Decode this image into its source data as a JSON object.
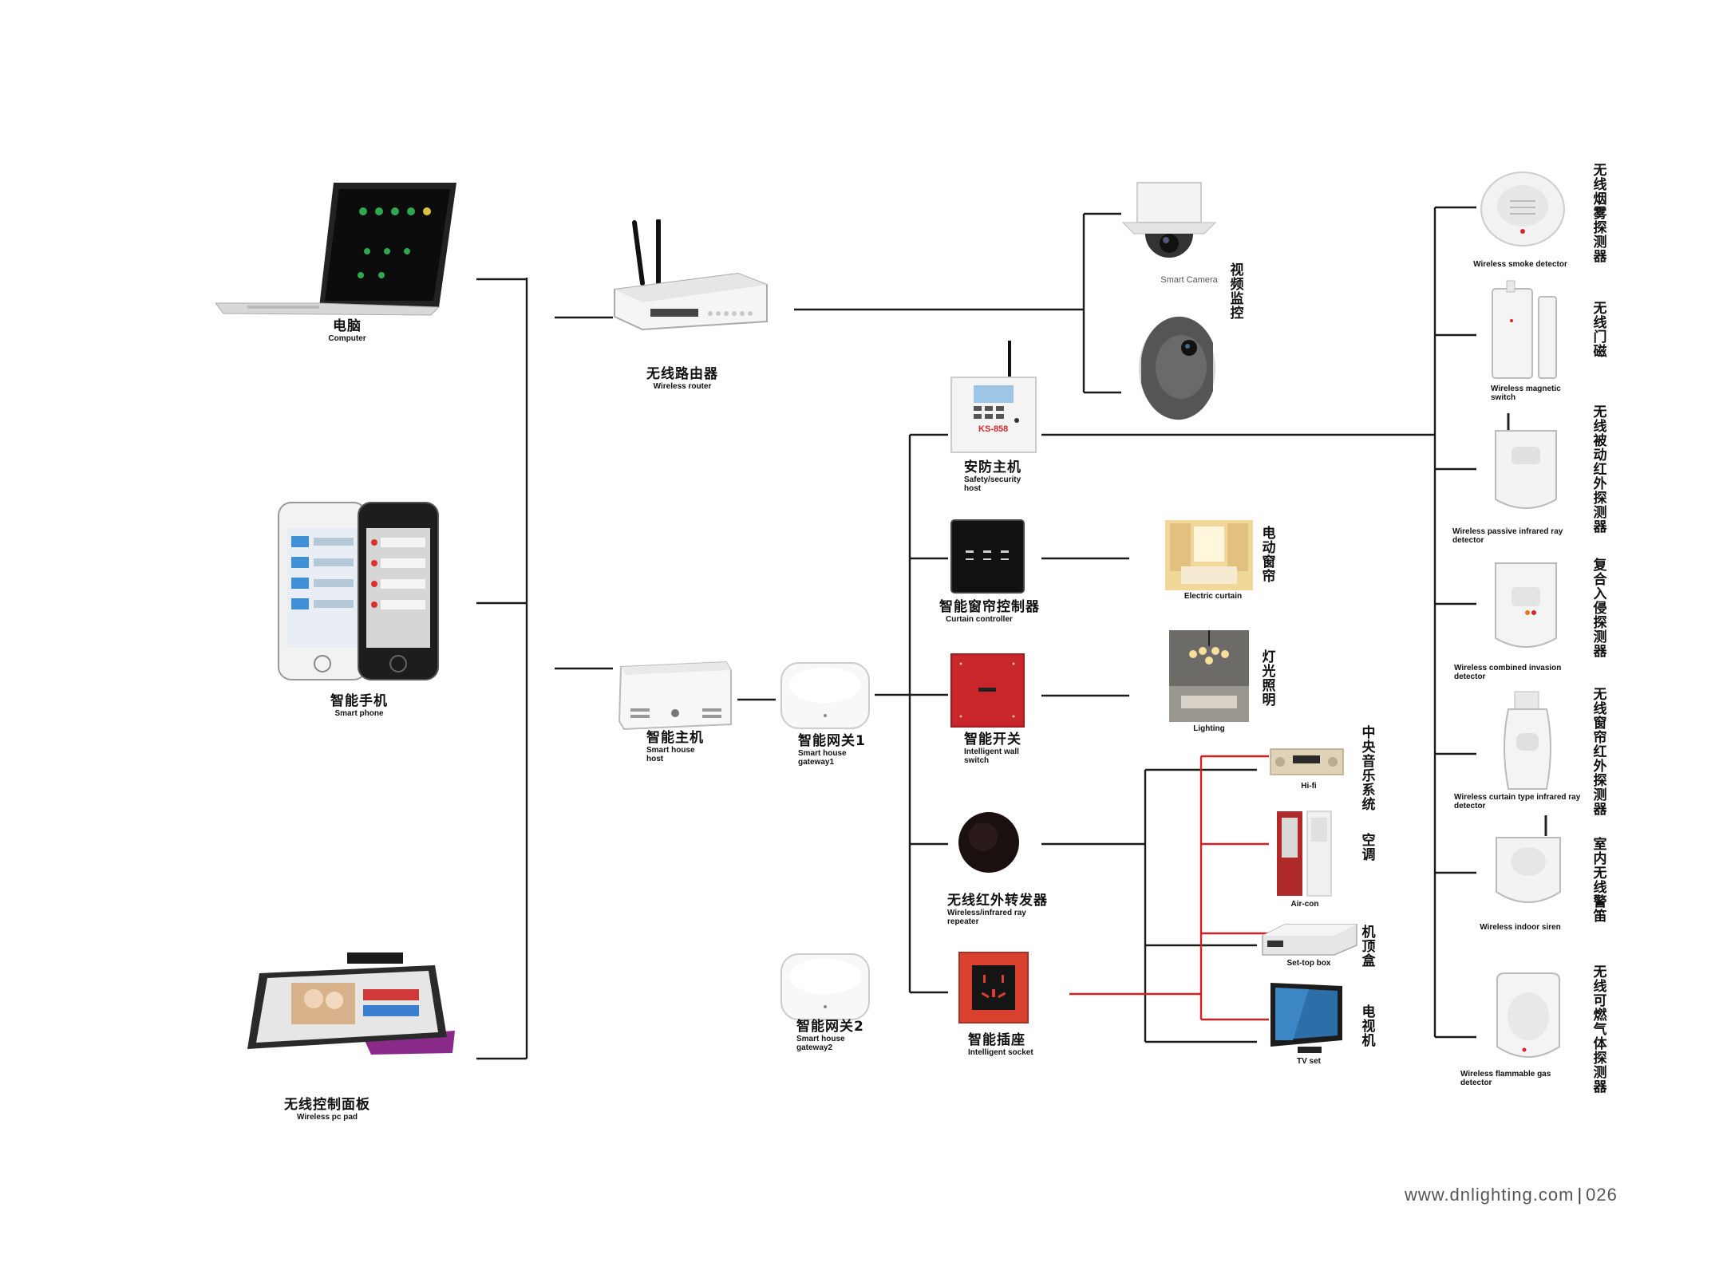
{
  "client_devices": [
    {
      "zh": "电脑",
      "en": "Computer"
    },
    {
      "zh": "智能手机",
      "en": "Smart phone"
    },
    {
      "zh": "无线控制面板",
      "en": "Wireless pc pad"
    }
  ],
  "router": {
    "zh": "无线路由器",
    "en": "Wireless router"
  },
  "host": {
    "zh": "智能主机",
    "en": "Smart house host"
  },
  "gateway1": {
    "zh": "智能网关1",
    "en": "Smart house gateway1"
  },
  "gateway2": {
    "zh": "智能网关2",
    "en": "Smart house gateway2"
  },
  "camera": {
    "en": "Smart Camera",
    "group": "视频监控"
  },
  "controllers": [
    {
      "zh": "安防主机",
      "en": "Safety/security host",
      "screen_text": "KS-858"
    },
    {
      "zh": "智能窗帘控制器",
      "en": "Curtain controller"
    },
    {
      "zh": "智能开关",
      "en": "Intelligent wall switch"
    },
    {
      "zh": "无线红外转发器",
      "en": "Wireless/infrared ray repeater"
    },
    {
      "zh": "智能插座",
      "en": "Intelligent socket"
    }
  ],
  "curtain": {
    "en": "Electric curtain",
    "group": "电动窗帘"
  },
  "lighting": {
    "en": "Lighting",
    "group": "灯光照明"
  },
  "appliances": [
    {
      "en": "Hi-fi",
      "group": "中央音乐系统"
    },
    {
      "en": "Air-con",
      "group": "空调"
    },
    {
      "en": "Set-top box",
      "group": "机顶盒"
    },
    {
      "en": "TV set",
      "group": "电视机"
    }
  ],
  "sensors": [
    {
      "en": "Wireless smoke detector",
      "zh": "无线烟雾探测器"
    },
    {
      "en": "Wireless magnetic switch",
      "zh": "无线门磁"
    },
    {
      "en": "Wireless passive infrared ray detector",
      "zh": "无线被动红外探测器"
    },
    {
      "en": "Wireless combined invasion detector",
      "zh": "复合入侵探测器"
    },
    {
      "en": "Wireless curtain type infrared ray detector",
      "zh": "无线窗帘红外探测器"
    },
    {
      "en": "Wireless indoor siren",
      "zh": "室内无线警笛"
    },
    {
      "en": "Wireless flammable gas detector",
      "zh": "无线可燃气体探测器"
    }
  ],
  "footer": {
    "site": "www.dnlighting.com",
    "page": "026"
  },
  "colors": {
    "wire": "#1a1a1a",
    "ir_wire": "#d21f1f",
    "switch_panel": "#c8262a",
    "socket_plate": "#d9412f"
  }
}
